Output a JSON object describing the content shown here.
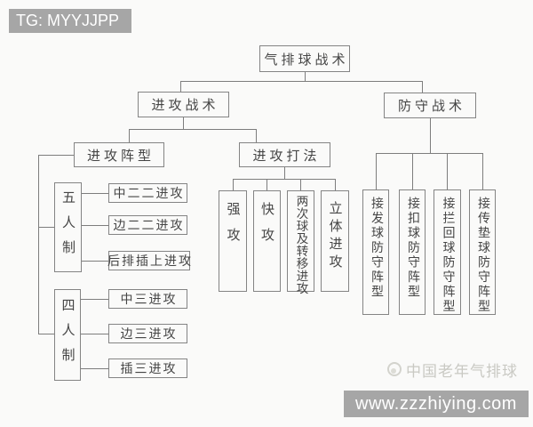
{
  "page": {
    "tg_banner": "TG: MYYJJPP",
    "url_banner": "www.zzzhiying.com",
    "watermark_text": "中国老年气排球"
  },
  "colors": {
    "background": "#fafaf9",
    "line": "#7d7d7d",
    "box_border": "#848484",
    "text": "#454545",
    "banner_bg": "#a6a6a6",
    "banner_text": "#ffffff",
    "watermark_text_color": "#c9c9c3"
  },
  "tree": {
    "root": "气排球战术",
    "offense": {
      "label": "进攻战术",
      "formation": {
        "label": "进攻阵型",
        "five": {
          "label": "五人制",
          "children": [
            "中二二进攻",
            "边二二进攻",
            "后排插上进攻"
          ]
        },
        "four": {
          "label": "四人制",
          "children": [
            "中三进攻",
            "边三进攻",
            "插三进攻"
          ]
        }
      },
      "methods": {
        "label": "进攻打法",
        "children": [
          "强攻",
          "快攻",
          "两次球及转移进攻",
          "立体进攻"
        ]
      }
    },
    "defense": {
      "label": "防守战术",
      "children": [
        "接发球防守阵型",
        "接扣球防守阵型",
        "接拦回球防守阵型",
        "接传垫球防守阵型"
      ]
    }
  }
}
